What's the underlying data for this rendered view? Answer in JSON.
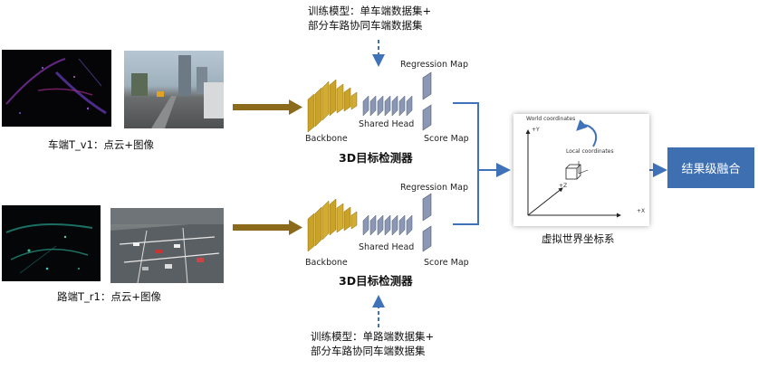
{
  "top": {
    "train_line1": "训练模型：单车端数据集+",
    "train_line2": "部分车路协同车端数据集",
    "caption": "车端T_v1：点云+图像",
    "regression": "Regression Map",
    "shared_head": "Shared Head",
    "backbone": "Backbone",
    "score": "Score Map",
    "detector": "3D目标检测器"
  },
  "bottom": {
    "train_line1": "训练模型：单路端数据集+",
    "train_line2": "部分车路协同车端数据集",
    "caption": "路端T_r1：点云+图像",
    "regression": "Regression Map",
    "shared_head": "Shared Head",
    "backbone": "Backbone",
    "score": "Score Map",
    "detector": "3D目标检测器"
  },
  "world": {
    "title": "World coordinates",
    "local": "Local coordinates",
    "plus_y": "+Y",
    "plus_z": "+Z",
    "plus_x": "+X",
    "caption": "虚拟世界坐标系"
  },
  "result": {
    "label": "结果级融合",
    "color": "#3e6fb0"
  },
  "colors": {
    "arrow_blue": "#3f72b8",
    "arrow_brown": "#8c6a1c",
    "backbone_gold": "#c9a227",
    "head_gray": "#8a97b5"
  }
}
